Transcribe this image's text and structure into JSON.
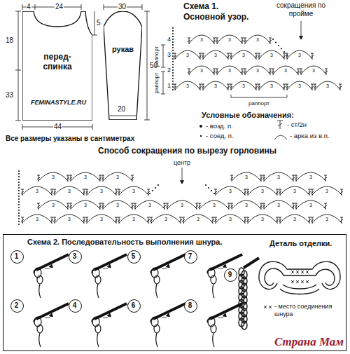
{
  "diagram": {
    "nodes": [
      {
        "text": [
          "перед- спинка"
        ]
      },
      {
        "text": [
          "рукав"
        ]
      },
      {
        "text": [
          "Схема 2. Последовательность выполнения шнура."
        ]
      },
      {
        "text": [
          "1"
        ],
        "in": 2
      },
      {
        "text": [
          "3"
        ],
        "in": 2
      },
      {
        "text": [
          "5"
        ],
        "in": 2
      },
      {
        "text": [
          "7"
        ],
        "in": 2
      },
      {
        "text": [
          "9"
        ],
        "in": 2
      },
      {
        "text": [
          "2"
        ],
        "in": 2
      },
      {
        "text": [
          "4"
        ],
        "in": 2
      },
      {
        "text": [
          "6"
        ],
        "in": 2
      },
      {
        "text": [
          "8"
        ],
        "in": 2
      }
    ],
    "labels": [
      "4",
      "24",
      "5",
      "18",
      "33",
      "44",
      "30",
      "20",
      "50",
      "FEMINASTYLE.RU",
      "Все размеры указаны в сантиметрах",
      "Схема 1.",
      "Основной узор.",
      "сокращения по пройме",
      "4",
      "3",
      "2",
      "1",
      "раппорт",
      "раппорт",
      "раппорт",
      "Условные обозначения:",
      "Способ сокращения по вырезу горловины",
      "центр",
      "Деталь отделки.",
      "- место соединения шнура",
      "Страна Мам",
      "3",
      "3",
      "3",
      "3",
      "3",
      "3",
      "3",
      "3",
      "3",
      "3",
      "3",
      "3",
      "3",
      "3",
      "3",
      "3",
      "3",
      "3",
      "3",
      "3",
      "3",
      "3",
      "3",
      "3",
      "3",
      "3",
      "3",
      "3",
      "3",
      "3",
      "3",
      "3",
      "3",
      "3",
      "3",
      "3",
      "3",
      "3",
      "3",
      "3",
      "3",
      "3",
      "3",
      "3",
      "3",
      "3",
      "3",
      "3",
      "3",
      "3",
      "3",
      "3"
    ],
    "legend": [
      {
        "text": "- возд. п."
      },
      {
        "text": "- соед. п."
      },
      {
        "text": "- ст/2н"
      },
      {
        "text": "- арка из в.п."
      }
    ]
  }
}
